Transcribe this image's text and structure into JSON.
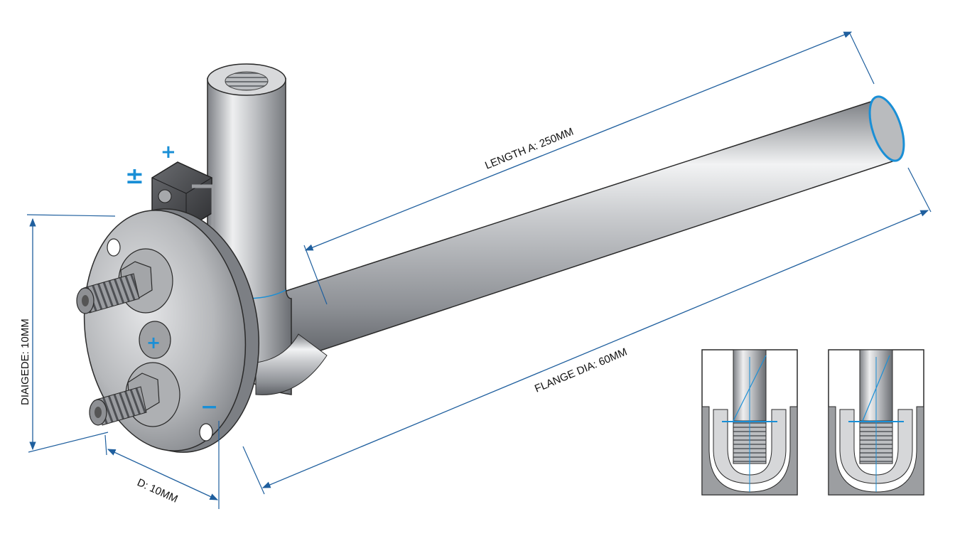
{
  "labels": {
    "length": "LENGTH A: 250MM",
    "flange_dia": "FLANGE DIA: 60MM",
    "diagonal": "DIAIGEDE: 10MM",
    "depth": "D: 10MM"
  },
  "symbols": {
    "plus_minus": "±",
    "plus": "+",
    "minus": "−",
    "center_mark": "+"
  },
  "colors": {
    "dimension_line": "#1f5f9e",
    "accent_blue": "#1a8fd6",
    "metal_dark": "#6b6e72",
    "metal_light": "#e8e9eb",
    "outline": "#2a2a2a"
  },
  "insets": {
    "count": 2,
    "titles": []
  }
}
